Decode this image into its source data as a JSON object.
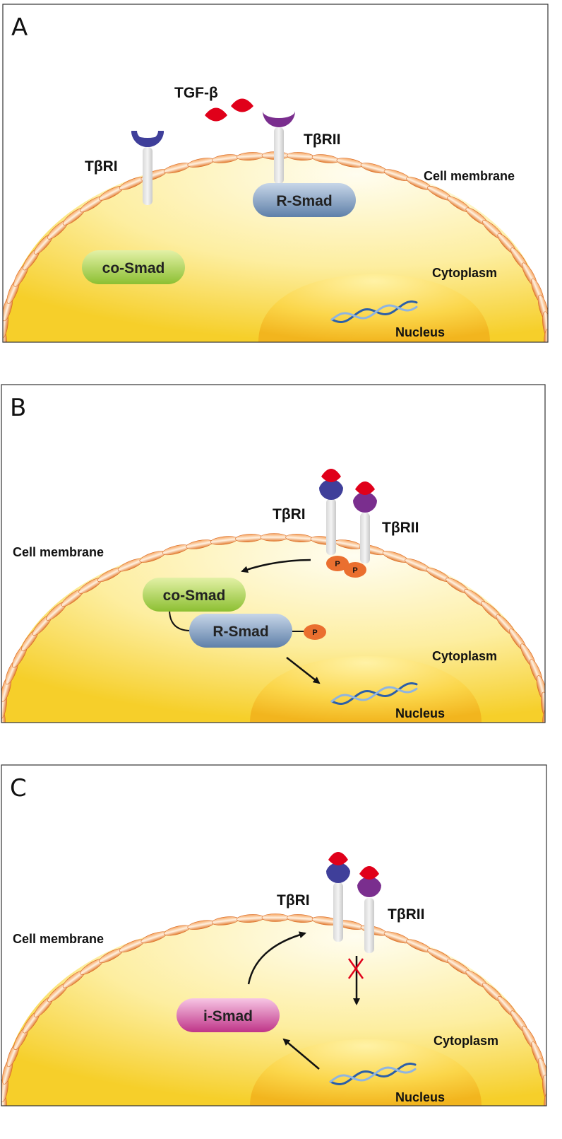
{
  "panels": [
    {
      "letter": "A",
      "ligand": "TGF-β",
      "receptor1": "TβRI",
      "receptor2": "TβRII",
      "membrane": "Cell membrane",
      "cytoplasm": "Cytoplasm",
      "nucleus": "Nucleus",
      "r_smad": "R-Smad",
      "co_smad": "co-Smad"
    },
    {
      "letter": "B",
      "receptor1": "TβRI",
      "receptor2": "TβRII",
      "membrane": "Cell membrane",
      "cytoplasm": "Cytoplasm",
      "nucleus": "Nucleus",
      "r_smad": "R-Smad",
      "co_smad": "co-Smad",
      "phospho": "P"
    },
    {
      "letter": "C",
      "receptor1": "TβRI",
      "receptor2": "TβRII",
      "membrane": "Cell membrane",
      "cytoplasm": "Cytoplasm",
      "nucleus": "Nucleus",
      "i_smad": "i-Smad"
    }
  ],
  "colors": {
    "cytoplasm_light": "#fffbe0",
    "cytoplasm_dark": "#f8d430",
    "membrane_bead": "#e8843a",
    "receptor1": "#3f3f9a",
    "receptor2": "#7a2e8e",
    "ligand": "#e0001a",
    "r_smad": "#6f8fb5",
    "co_smad": "#9ccb3e",
    "i_smad": "#c23a8a",
    "phospho": "#ea6f2f",
    "inhibit_x": "#e0001a"
  }
}
